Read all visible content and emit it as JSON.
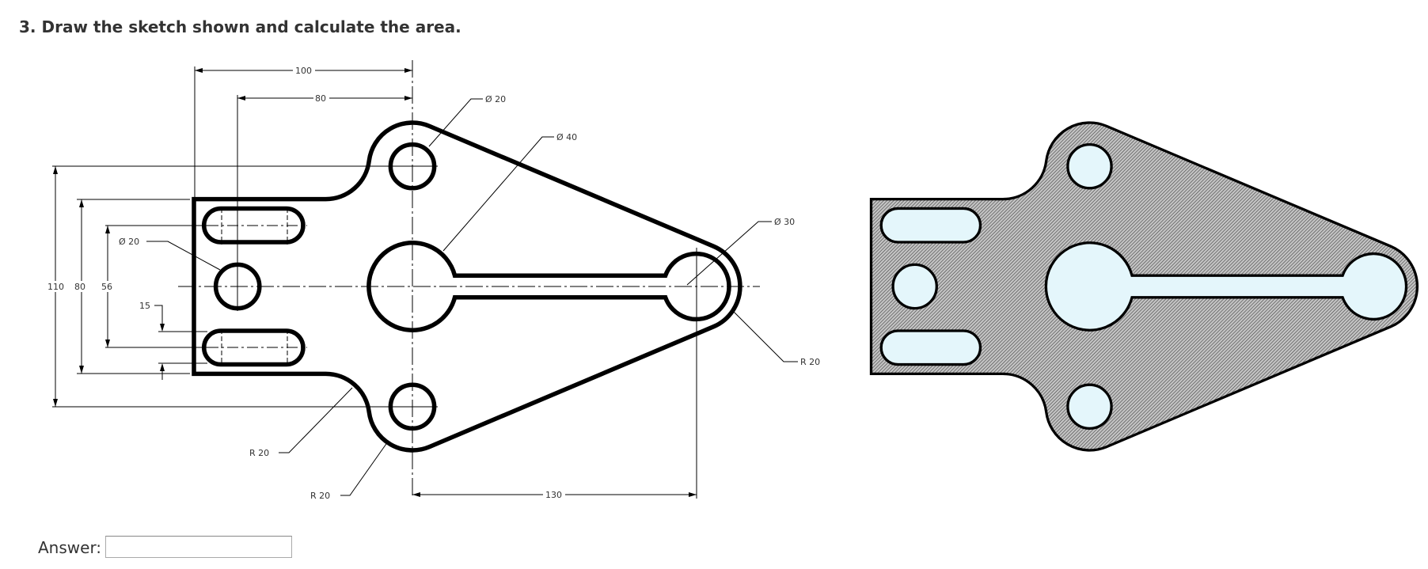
{
  "question": {
    "title": "3. Draw the sketch shown and calculate the area."
  },
  "answer": {
    "label": "Answer:",
    "value": "",
    "placeholder": ""
  },
  "dimensions": {
    "d100": "100",
    "d80": "80",
    "hole_top": "Ø 20",
    "hole_big": "Ø 40",
    "hole_right": "Ø 30",
    "r_right": "R 20",
    "r_fillet": "R 20",
    "r_lug": "R 20",
    "d130": "130",
    "d110": "110",
    "d80v": "80",
    "d56": "56",
    "d15": "15",
    "hole_left": "Ø 20"
  },
  "colors": {
    "hole_fill": "#e4f6fb",
    "section_fill": "#9c9c9c",
    "line": "#000000"
  }
}
